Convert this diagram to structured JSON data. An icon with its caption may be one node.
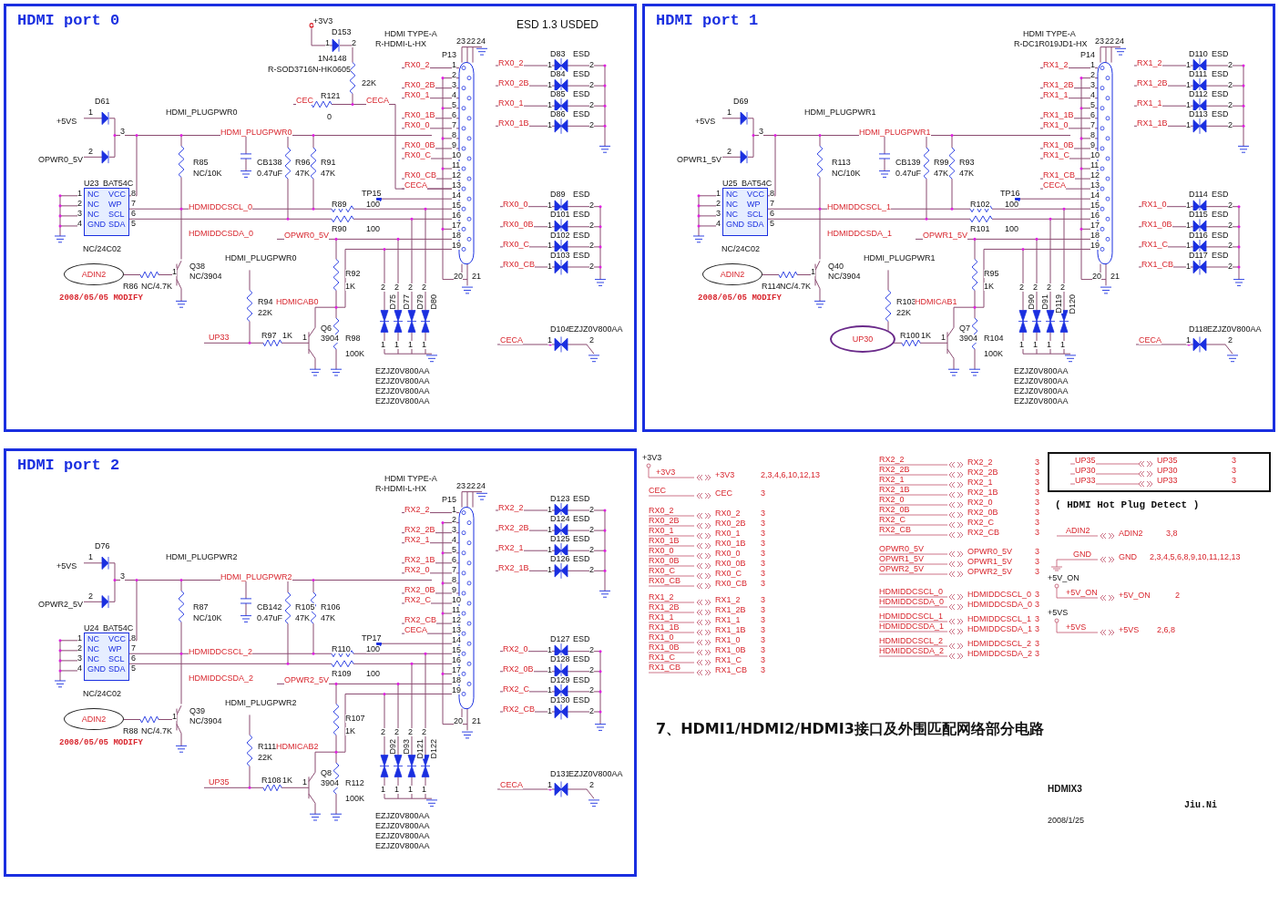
{
  "diagram": {
    "caption": "7、HDMI1/HDMI2/HDMI3接口及外围匹配网络部分电路",
    "nodes": [
      {
        "text": [
          "HDMI port 0"
        ]
      },
      {
        "text": [
          "NC",
          "VCC",
          "NC",
          "WP",
          "NC",
          "SCL",
          "GND",
          "SDA"
        ],
        "in": 0,
        "beside": [
          "1",
          "2",
          "3",
          "4",
          "8",
          "7",
          "6",
          "5"
        ]
      },
      {
        "text": [
          "ADIN2"
        ],
        "in": 0
      },
      {
        "text": [
          "HDMI port 1"
        ]
      },
      {
        "text": [
          "NC",
          "VCC",
          "NC",
          "WP",
          "NC",
          "SCL",
          "GND",
          "SDA"
        ],
        "in": 3,
        "beside": [
          "1",
          "2",
          "3",
          "4",
          "8",
          "7",
          "6",
          "5"
        ]
      },
      {
        "text": [
          "ADIN2"
        ],
        "in": 3
      },
      {
        "text": [
          "UP30"
        ],
        "in": 3
      },
      {
        "text": [
          "HDMI port 2"
        ]
      },
      {
        "text": [
          "NC",
          "VCC",
          "NC",
          "WP",
          "NC",
          "SCL",
          "GND",
          "SDA"
        ],
        "in": 7,
        "beside": [
          "1",
          "2",
          "3",
          "4",
          "8",
          "7",
          "6",
          "5"
        ]
      },
      {
        "text": [
          "ADIN2"
        ],
        "in": 7
      },
      {
        "text": [
          "UP35",
          "UP30",
          "UP33",
          "UP35",
          "UP30",
          "UP33",
          "3",
          "3",
          "3"
        ],
        "beside": [
          "( HDMI Hot Plug Detect )"
        ]
      }
    ],
    "labels": [
      "D61",
      "+5VS",
      "1",
      "OPWR0_5V",
      "2",
      "3",
      "HDMI_PLUGPWR0",
      "HDMI_PLUGPWR0",
      "R85",
      "NC/10K",
      "CB138",
      "0.47uF",
      "R96",
      "47K",
      "R91",
      "47K",
      "U23",
      "BAT54C",
      "NC/24C02",
      "HDMIDDCSCL_0",
      "HDMIDDCSDA_0",
      "2008/05/05 MODIFY",
      "R86",
      "NC/4.7K",
      "1",
      "Q38",
      "NC/3904",
      "HDMI_PLUGPWR0",
      "R94",
      "22K",
      "UP33",
      "R97",
      "1K",
      "1",
      "Q6",
      "3904",
      "R89",
      "100",
      "R90",
      "100",
      "OPWR0_5V",
      "R92",
      "1K",
      "HDMICAB0",
      "R98",
      "100K",
      "TP15",
      "HDMI TYPE-A",
      "R-HDMI-L-HX",
      "P13",
      "RX0_2",
      "RX0_2B",
      "RX0_1",
      "RX0_1B",
      "RX0_0",
      "RX0_0B",
      "RX0_C",
      "RX0_CB",
      "CECA",
      "1",
      "2",
      "3",
      "4",
      "5",
      "6",
      "7",
      "8",
      "9",
      "10",
      "11",
      "12",
      "13",
      "14",
      "15",
      "16",
      "17",
      "18",
      "19",
      "23",
      "22",
      "24",
      "20",
      "21",
      "D75",
      "D77",
      "D79",
      "D80",
      "2",
      "2",
      "2",
      "2",
      "1",
      "1",
      "1",
      "1",
      "EZJZ0V800AA",
      "EZJZ0V800AA",
      "EZJZ0V800AA",
      "EZJZ0V800AA",
      "RX0_2",
      "RX0_2B",
      "RX0_1",
      "RX0_1B",
      "D83",
      "ESD",
      "1",
      "2",
      "D84",
      "ESD",
      "1",
      "2",
      "D85",
      "ESD",
      "1",
      "2",
      "D86",
      "ESD",
      "1",
      "2",
      "RX0_0",
      "RX0_0B",
      "RX0_C",
      "RX0_CB",
      "D89",
      "ESD",
      "1",
      "2",
      "D101",
      "ESD",
      "1",
      "2",
      "D102",
      "ESD",
      "1",
      "2",
      "D103",
      "ESD",
      "1",
      "2",
      "CECA",
      "D104",
      "EZJZ0V800AA",
      "1",
      "2",
      "ESD 1.3 USDED",
      "+3V3",
      "D153",
      "1",
      "2",
      "1N4148",
      "R-SOD3716N-HK0605",
      "22K",
      "CEC",
      "R121",
      "0",
      "CECA",
      "D69",
      "+5VS",
      "1",
      "OPWR1_5V",
      "2",
      "3",
      "HDMI_PLUGPWR1",
      "HDMI_PLUGPWR1",
      "R113",
      "NC/10K",
      "CB139",
      "0.47uF",
      "R99",
      "47K",
      "R93",
      "47K",
      "U25",
      "BAT54C",
      "NC/24C02",
      "HDMIDDCSCL_1",
      "HDMIDDCSDA_1",
      "2008/05/05 MODIFY",
      "R114",
      "NC/4.7K",
      "1",
      "Q40",
      "NC/3904",
      "HDMI_PLUGPWR1",
      "R103",
      "22K",
      "R100",
      "1K",
      "1",
      "Q7",
      "3904",
      "R102",
      "100",
      "R101",
      "100",
      "OPWR1_5V",
      "R95",
      "1K",
      "HDMICAB1",
      "R104",
      "100K",
      "TP16",
      "HDMI TYPE-A",
      "R-DC1R019JD1-HX",
      "P14",
      "RX1_2",
      "RX1_2B",
      "RX1_1",
      "RX1_1B",
      "RX1_0",
      "RX1_0B",
      "RX1_C",
      "RX1_CB",
      "CECA",
      "1",
      "2",
      "3",
      "4",
      "5",
      "6",
      "7",
      "8",
      "9",
      "10",
      "11",
      "12",
      "13",
      "14",
      "15",
      "16",
      "17",
      "18",
      "19",
      "23",
      "22",
      "24",
      "20",
      "21",
      "D90",
      "D91",
      "D119",
      "D120",
      "2",
      "2",
      "2",
      "2",
      "1",
      "1",
      "1",
      "1",
      "EZJZ0V800AA",
      "EZJZ0V800AA",
      "EZJZ0V800AA",
      "EZJZ0V800AA",
      "RX1_2",
      "RX1_2B",
      "RX1_1",
      "RX1_1B",
      "D110",
      "ESD",
      "1",
      "2",
      "D111",
      "ESD",
      "1",
      "2",
      "D112",
      "ESD",
      "1",
      "2",
      "D113",
      "ESD",
      "1",
      "2",
      "RX1_0",
      "RX1_0B",
      "RX1_C",
      "RX1_CB",
      "D114",
      "ESD",
      "1",
      "2",
      "D115",
      "ESD",
      "1",
      "2",
      "D116",
      "ESD",
      "1",
      "2",
      "D117",
      "ESD",
      "1",
      "2",
      "CECA",
      "D118",
      "EZJZ0V800AA",
      "1",
      "2",
      "D76",
      "+5VS",
      "1",
      "OPWR2_5V",
      "2",
      "3",
      "HDMI_PLUGPWR2",
      "HDMI_PLUGPWR2",
      "R87",
      "NC/10K",
      "CB142",
      "0.47uF",
      "R105",
      "47K",
      "R106",
      "47K",
      "U24",
      "BAT54C",
      "NC/24C02",
      "HDMIDDCSCL_2",
      "HDMIDDCSDA_2",
      "2008/05/05 MODIFY",
      "R88",
      "NC/4.7K",
      "1",
      "Q39",
      "NC/3904",
      "HDMI_PLUGPWR2",
      "R111",
      "22K",
      "UP35",
      "R108",
      "1K",
      "1",
      "Q8",
      "3904",
      "R110",
      "100",
      "R109",
      "100",
      "OPWR2_5V",
      "R107",
      "1K",
      "HDMICAB2",
      "R112",
      "100K",
      "TP17",
      "HDMI TYPE-A",
      "R-HDMI-L-HX",
      "P15",
      "RX2_2",
      "RX2_2B",
      "RX2_1",
      "RX2_1B",
      "RX2_0",
      "RX2_0B",
      "RX2_C",
      "RX2_CB",
      "CECA",
      "1",
      "2",
      "3",
      "4",
      "5",
      "6",
      "7",
      "8",
      "9",
      "10",
      "11",
      "12",
      "13",
      "14",
      "15",
      "16",
      "17",
      "18",
      "19",
      "23",
      "22",
      "24",
      "20",
      "21",
      "D92",
      "D93",
      "D121",
      "D122",
      "2",
      "2",
      "2",
      "2",
      "1",
      "1",
      "1",
      "1",
      "EZJZ0V800AA",
      "EZJZ0V800AA",
      "EZJZ0V800AA",
      "EZJZ0V800AA",
      "RX2_2",
      "RX2_2B",
      "RX2_1",
      "RX2_1B",
      "D123",
      "ESD",
      "1",
      "2",
      "D124",
      "ESD",
      "1",
      "2",
      "D125",
      "ESD",
      "1",
      "2",
      "D126",
      "ESD",
      "1",
      "2",
      "RX2_0",
      "RX2_0B",
      "RX2_C",
      "RX2_CB",
      "D127",
      "ESD",
      "1",
      "2",
      "D128",
      "ESD",
      "1",
      "2",
      "D129",
      "ESD",
      "1",
      "2",
      "D130",
      "ESD",
      "1",
      "2",
      "CECA",
      "D131",
      "EZJZ0V800AA",
      "1",
      "2",
      "+3V3",
      "+3V3",
      "+3V3",
      "2,3,4,6,10,12,13",
      "CEC",
      "CEC",
      "3",
      "RX0_2",
      "RX0_2",
      "3",
      "RX0_2B",
      "RX0_2B",
      "3",
      "RX0_1",
      "RX0_1",
      "3",
      "RX0_1B",
      "RX0_1B",
      "3",
      "RX0_0",
      "RX0_0",
      "3",
      "RX0_0B",
      "RX0_0B",
      "3",
      "RX0_C",
      "RX0_C",
      "3",
      "RX0_CB",
      "RX0_CB",
      "3",
      "RX1_2",
      "RX1_2",
      "3",
      "RX1_2B",
      "RX1_2B",
      "3",
      "RX1_1",
      "RX1_1",
      "3",
      "RX1_1B",
      "RX1_1B",
      "3",
      "RX1_0",
      "RX1_0",
      "3",
      "RX1_0B",
      "RX1_0B",
      "3",
      "RX1_C",
      "RX1_C",
      "3",
      "RX1_CB",
      "RX1_CB",
      "3",
      "RX2_2",
      "RX2_2",
      "3",
      "RX2_2B",
      "RX2_2B",
      "3",
      "RX2_1",
      "RX2_1",
      "3",
      "RX2_1B",
      "RX2_1B",
      "3",
      "RX2_0",
      "RX2_0",
      "3",
      "RX2_0B",
      "RX2_0B",
      "3",
      "RX2_C",
      "RX2_C",
      "3",
      "RX2_CB",
      "RX2_CB",
      "3",
      "OPWR0_5V",
      "OPWR0_5V",
      "3",
      "OPWR1_5V",
      "OPWR1_5V",
      "3",
      "OPWR2_5V",
      "OPWR2_5V",
      "3",
      "HDMIDDCSCL_0",
      "HDMIDDCSCL_0",
      "3",
      "HDMIDDCSDA_0",
      "HDMIDDCSDA_0",
      "3",
      "HDMIDDCSCL_1",
      "HDMIDDCSCL_1",
      "3",
      "HDMIDDCSDA_1",
      "HDMIDDCSDA_1",
      "3",
      "HDMIDDCSCL_2",
      "HDMIDDCSCL_2",
      "3",
      "HDMIDDCSDA_2",
      "HDMIDDCSDA_2",
      "3",
      "ADIN2",
      "ADIN2",
      "3,8",
      "GND",
      "GND",
      "2,3,4,5,6,8,9,10,11,12,13",
      "+5V_ON",
      "+5V_ON",
      "+5V_ON",
      "2",
      "+5VS",
      "+5VS",
      "+5VS",
      "2,6,8",
      "HDMIX3",
      "2008/1/25",
      "Jiu.Ni"
    ]
  }
}
